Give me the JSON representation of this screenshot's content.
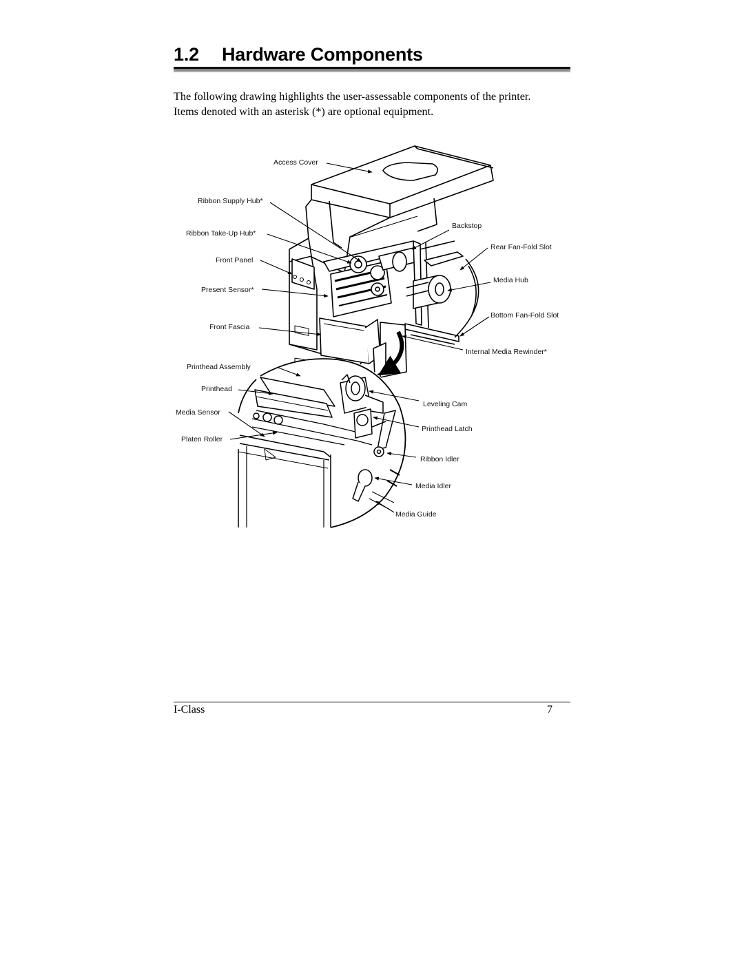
{
  "section": {
    "number": "1.2",
    "title": "Hardware Components"
  },
  "intro": {
    "line1": "The following drawing highlights the user-assessable components of the printer.",
    "line2": "Items denoted with an asterisk (*) are optional equipment."
  },
  "diagram": {
    "labels": {
      "access_cover": "Access Cover",
      "ribbon_supply_hub": "Ribbon Supply Hub*",
      "ribbon_take_up_hub": "Ribbon Take-Up Hub*",
      "front_panel": "Front Panel",
      "present_sensor": "Present Sensor*",
      "front_fascia": "Front Fascia",
      "printhead_assembly": "Printhead Assembly",
      "printhead": "Printhead",
      "media_sensor": "Media Sensor",
      "platen_roller": "Platen Roller",
      "backstop": "Backstop",
      "rear_fan_fold_slot": "Rear Fan-Fold Slot",
      "media_hub": "Media Hub",
      "bottom_fan_fold_slot": "Bottom Fan-Fold Slot",
      "internal_media_rewinder": "Internal Media Rewinder*",
      "leveling_cam": "Leveling Cam",
      "printhead_latch": "Printhead Latch",
      "ribbon_idler": "Ribbon Idler",
      "media_idler": "Media Idler",
      "media_guide": "Media Guide"
    }
  },
  "footer": {
    "left": "I-Class",
    "page": "7"
  }
}
